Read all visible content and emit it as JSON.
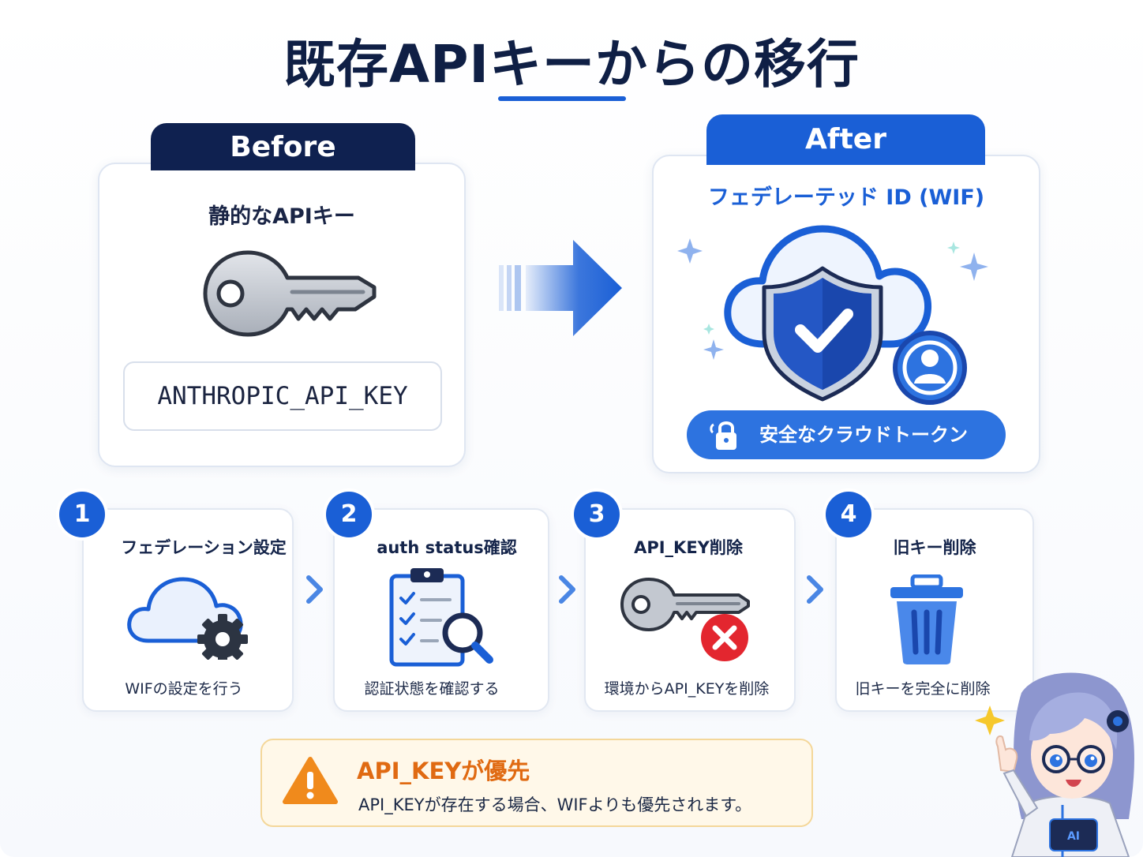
{
  "title": "既存APIキーからの移行",
  "before": {
    "tab_label": "Before",
    "subtitle": "静的なAPIキー",
    "env_var": "ANTHROPIC_API_KEY"
  },
  "after": {
    "tab_label": "After",
    "subtitle": "フェデレーテッド ID (WIF)",
    "token_label": "安全なクラウドトークン"
  },
  "steps": [
    {
      "number": "1",
      "title": "フェデレーション設定",
      "desc": "WIFの設定を行う"
    },
    {
      "number": "2",
      "title": "auth status確認",
      "desc": "認証状態を確認する"
    },
    {
      "number": "3",
      "title": "API_KEY削除",
      "desc": "環境からAPI_KEYを削除"
    },
    {
      "number": "4",
      "title": "旧キー削除",
      "desc": "旧キーを完全に削除"
    }
  ],
  "warning": {
    "title": "API_KEYが優先",
    "text": "API_KEYが存在する場合、WIFよりも優先されます。"
  },
  "mascot": {
    "badge_label": "AI"
  },
  "colors": {
    "navy": "#0f2150",
    "blue": "#1a5fd6",
    "warning_orange": "#e06a12"
  }
}
